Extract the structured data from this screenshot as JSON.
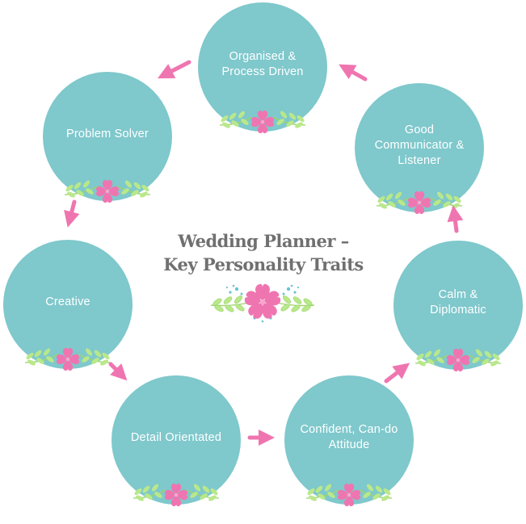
{
  "title": {
    "line1": "Wedding Planner –",
    "line2": "Key Personality Traits"
  },
  "colors": {
    "circle": "#7fc8cc",
    "arrow": "#ef75b0",
    "flower": "#ef75b0",
    "leaf": "#b9e88a",
    "dot": "#6bc3d6",
    "title_text": "#707070",
    "label_text": "#ffffff"
  },
  "traits": [
    {
      "id": "organised",
      "label": "Organised &\nProcess Driven"
    },
    {
      "id": "communicator",
      "label": "Good\nCommunicator &\nListener"
    },
    {
      "id": "calm",
      "label": "Calm &\nDiplomatic"
    },
    {
      "id": "confident",
      "label": "Confident, Can-do\nAttitude"
    },
    {
      "id": "detail",
      "label": "Detail Orientated"
    },
    {
      "id": "creative",
      "label": "Creative"
    },
    {
      "id": "problem-solver",
      "label": "Problem Solver"
    }
  ],
  "flow": [
    "organised",
    "problem-solver",
    "creative",
    "detail",
    "confident",
    "calm",
    "communicator",
    "organised"
  ]
}
